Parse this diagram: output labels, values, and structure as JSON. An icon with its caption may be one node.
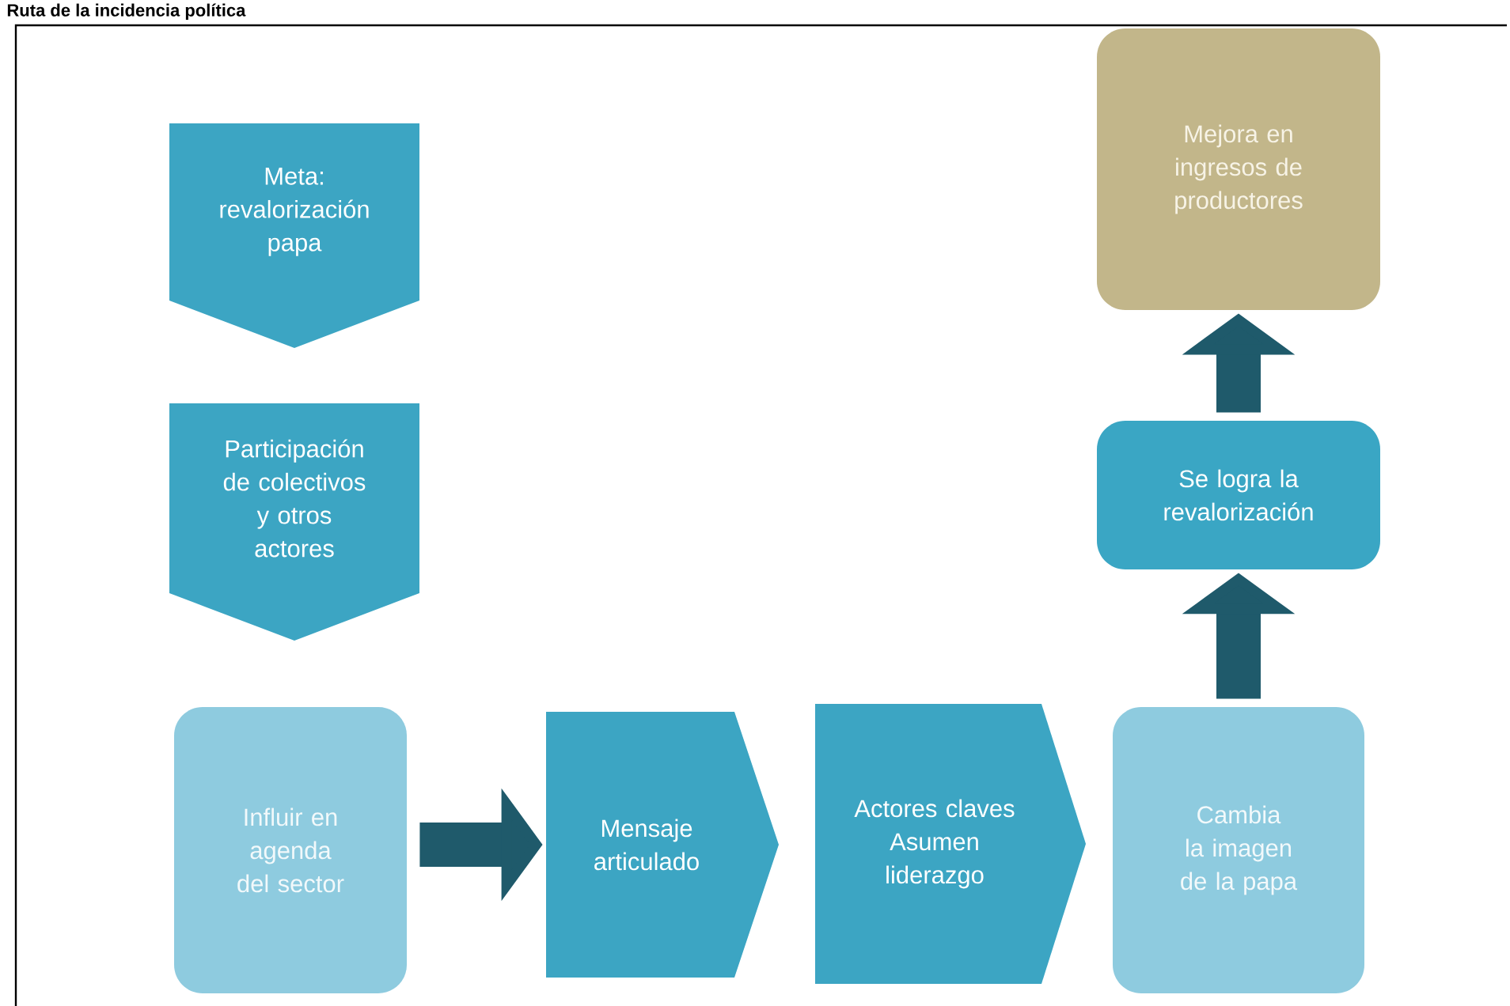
{
  "diagram": {
    "title": "Ruta de la incidencia política",
    "nodes": [
      {
        "text": [
          "Meta: revalorización papa"
        ]
      },
      {
        "text": [
          "Participación de colectivos y otros actores"
        ]
      },
      {
        "text": [
          "Influir en agenda del sector"
        ]
      },
      {
        "text": [
          "Mensaje articulado"
        ]
      },
      {
        "text": [
          "Actores claves Asumen liderazgo"
        ]
      },
      {
        "text": [
          "Cambia la imagen de la papa"
        ]
      },
      {
        "text": [
          "Se logra la revalorización"
        ]
      },
      {
        "text": [
          "Mejora en ingresos de productores"
        ]
      }
    ],
    "edges": [
      {
        "from": 2,
        "to": 3,
        "arrow": "to"
      },
      {
        "from": 5,
        "to": 6,
        "arrow": "to"
      },
      {
        "from": 6,
        "to": 7,
        "arrow": "to"
      }
    ]
  }
}
